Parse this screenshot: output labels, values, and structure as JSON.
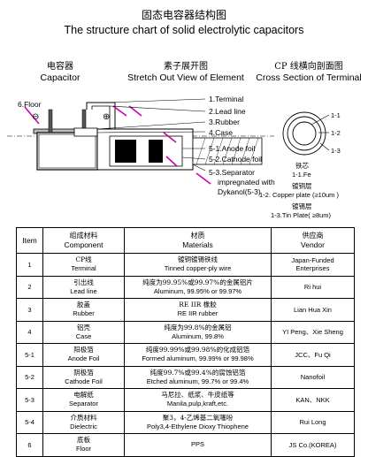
{
  "title": {
    "cn": "固态电容器结构图",
    "en": "The structure chart of solid electrolytic capacitors"
  },
  "sections": {
    "capacitor": {
      "cn": "电容器",
      "en": "Capacitor"
    },
    "stretch": {
      "cn": "素子展开图",
      "en": "Stretch Out View of Element"
    },
    "cross": {
      "cn": "CP 线横向剖面图",
      "en": "Cross Section of Terminal"
    }
  },
  "diagram_labels": {
    "floor": "6.Floor",
    "minus": "⊖",
    "plus": "⊕",
    "terminal": "1.Terminal",
    "lead_line": "2.Lead line",
    "rubber": "3.Rubber",
    "case": "4.Case",
    "anode_foil": "5-1.Anode foil",
    "cathode_foil": "5-2.Cathode foil",
    "separator_1": "5-3.Separator",
    "separator_2": "impregnated with",
    "separator_3": "Dykanol(5-3)"
  },
  "cross_section": {
    "ring_1": "1-1",
    "ring_2": "1-2",
    "ring_3": "1-3",
    "fe_cn": "铁芯",
    "fe_en": "1-1.Fe",
    "cu_cn": "镀铜层",
    "cu_en": "1-2. Copper plate (≥10um )",
    "tin_cn": "镀锡层",
    "tin_en": "1-3.Tin Plate( ≥8um)"
  },
  "table": {
    "headers": {
      "item": "Item",
      "component_cn": "组成材料",
      "component_en": "Component",
      "materials_cn": "材质",
      "materials_en": "Materials",
      "vendor_cn": "供应商",
      "vendor_en": "Vendor"
    },
    "rows": [
      {
        "item": "1",
        "comp_cn": "CP线",
        "comp_en": "Terminal",
        "mat_cn": "镀铜镀锡铁线",
        "mat_en": "Tinned copper-ply wire",
        "vendor_1": "Japan-Funded",
        "vendor_2": "Enterprises"
      },
      {
        "item": "2",
        "comp_cn": "引出线",
        "comp_en": "Lead line",
        "mat_cn": "纯度为99.95%或99.97%的金属铝片",
        "mat_en": "Aluminum, 99.95% or 99.97%",
        "vendor_1": "Ri hui",
        "vendor_2": ""
      },
      {
        "item": "3",
        "comp_cn": "胶盖",
        "comp_en": "Rubber",
        "mat_cn": "RE IIR 橡胶",
        "mat_en": "RE IIR rubber",
        "vendor_1": "Lian Hua Xin",
        "vendor_2": ""
      },
      {
        "item": "4",
        "comp_cn": "铝壳",
        "comp_en": "Case",
        "mat_cn": "纯度为99.8%的金属铝",
        "mat_en": "Aluminum, 99.8%",
        "vendor_1": "YI Peng、Xie Sheng",
        "vendor_2": ""
      },
      {
        "item": "5-1",
        "comp_cn": "阳极箔",
        "comp_en": "Anode Foil",
        "mat_cn": "纯度99.99%或99.98%的化成铝箔",
        "mat_en": "Formed aluminum, 99.99% or 99.98%",
        "vendor_1": "JCC、Fu Qi",
        "vendor_2": ""
      },
      {
        "item": "5-2",
        "comp_cn": "阴极箔",
        "comp_en": "Cathode Foil",
        "mat_cn": "纯度99.7%或99.4%的腐蚀铝箔",
        "mat_en": "Etched aluminum, 99.7% or 99.4%",
        "vendor_1": "Nanofoil",
        "vendor_2": ""
      },
      {
        "item": "5-3",
        "comp_cn": "电解纸",
        "comp_en": "Separator",
        "mat_cn": "马尼拉、纸浆、牛皮纸等",
        "mat_en": "Manila,pulp,kraft,etc.",
        "vendor_1": "KAN、NKK",
        "vendor_2": ""
      },
      {
        "item": "5-4",
        "comp_cn": "介质材料",
        "comp_en": "Dielectric",
        "mat_cn": "聚3，4-乙烯基二氧噻吩",
        "mat_en": "Poly3,4-Ethylene Dioxy Thiophene",
        "vendor_1": "Rui Long",
        "vendor_2": ""
      },
      {
        "item": "6",
        "comp_cn": "底板",
        "comp_en": "Floor",
        "mat_cn": "PPS",
        "mat_en": "",
        "vendor_1": "JS Co.(KOREA)",
        "vendor_2": ""
      }
    ]
  }
}
